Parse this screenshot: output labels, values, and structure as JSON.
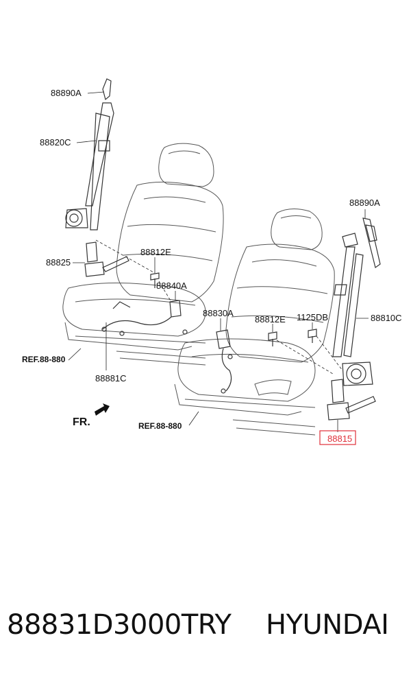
{
  "labels": {
    "left_anchor_upper": "88890A",
    "left_belt": "88820C",
    "left_buckle": "88825",
    "left_bolt": "88812E",
    "left_connector": "88840A",
    "left_harness": "88881C",
    "left_ref": "REF.88-880",
    "right_anchor_upper": "88890A",
    "right_buckle": "88830A",
    "right_bolt": "88812E",
    "right_bolt2": "1125DB",
    "right_belt": "88810C",
    "right_ref": "REF.88-880",
    "highlight_part": "88815",
    "front_marker": "FR."
  },
  "highlight_color": "#e0303a",
  "footer": {
    "part_number": "88831D3000TRY",
    "brand": "HYUNDAI"
  }
}
